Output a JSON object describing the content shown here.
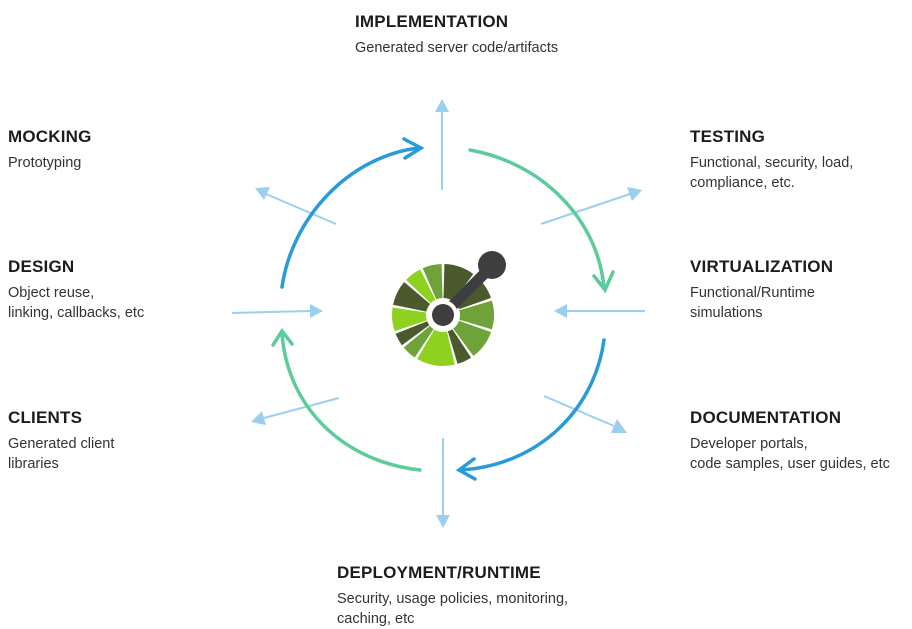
{
  "colors": {
    "cycle_blue": "#2a9bd8",
    "cycle_green": "#5ccc9a",
    "radial_arrow": "#9ccfed",
    "logo_dark": "#4a5a2c",
    "logo_mid": "#6fa33a",
    "logo_light": "#8ed11f",
    "logo_hub": "#3e3e40"
  },
  "stages": {
    "implementation": {
      "title": "IMPLEMENTATION",
      "desc": "Generated server code/artifacts"
    },
    "testing": {
      "title": "TESTING",
      "desc": "Functional, security, load,\ncompliance, etc."
    },
    "virtualization": {
      "title": "VIRTUALIZATION",
      "desc": "Functional/Runtime\nsimulations"
    },
    "documentation": {
      "title": "DOCUMENTATION",
      "desc": "Developer portals,\ncode samples, user guides, etc"
    },
    "deployment": {
      "title": "DEPLOYMENT/RUNTIME",
      "desc": "Security, usage policies, monitoring,\ncaching, etc"
    },
    "mocking": {
      "title": "MOCKING",
      "desc": "Prototyping"
    },
    "design": {
      "title": "DESIGN",
      "desc": "Object reuse,\nlinking, callbacks, etc"
    },
    "clients": {
      "title": "CLIENTS",
      "desc": "Generated client\nlibraries"
    }
  }
}
